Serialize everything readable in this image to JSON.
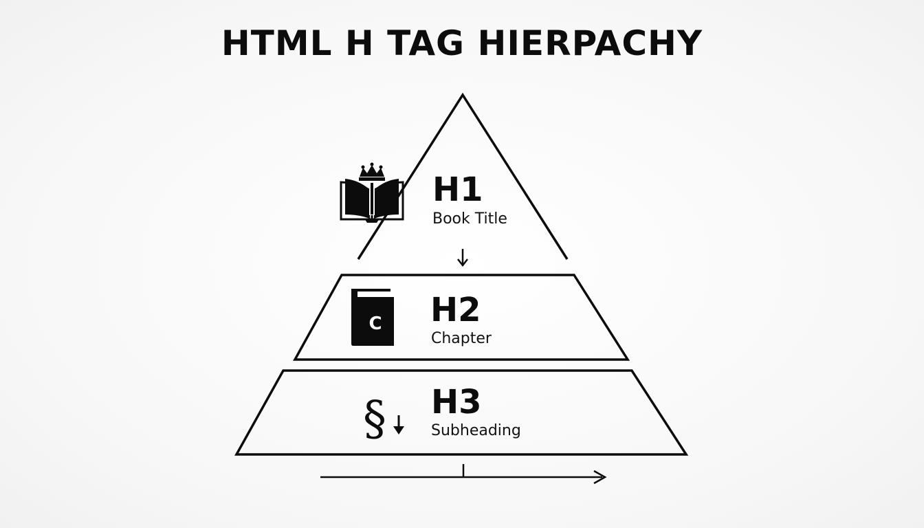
{
  "title": "HTML H TAG HIERPACHY",
  "levels": [
    {
      "tag": "H1",
      "description": "Book Title",
      "icon": "crowned-open-book-icon"
    },
    {
      "tag": "H2",
      "description": "Chapter",
      "icon": "chapter-book-icon",
      "icon_letter": "C"
    },
    {
      "tag": "H3",
      "description": "Subheading",
      "icon": "section-sign-down-arrow-icon",
      "icon_glyph": "§"
    }
  ],
  "colors": {
    "ink": "#0c0c0c",
    "background": "#f6f6f6"
  }
}
